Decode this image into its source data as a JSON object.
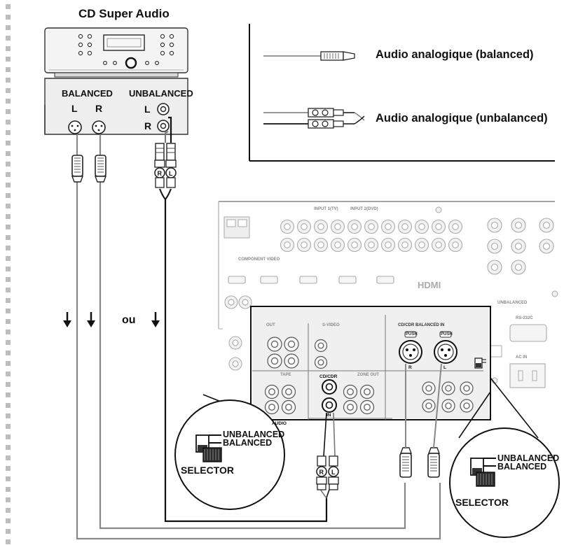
{
  "device": {
    "title": "CD Super Audio",
    "balanced": "BALANCED",
    "unbalanced": "UNBALANCED",
    "l": "L",
    "r": "R"
  },
  "legend": {
    "balanced": "Audio analogique (balanced)",
    "unbalanced": "Audio analogique (unbalanced)"
  },
  "ou": "ou",
  "switch": {
    "unbalanced": "UNBALANCED",
    "balanced": "BALANCED",
    "selector": "SELECTOR"
  },
  "receiver": {
    "cd_cdr": "CD/CDR",
    "in": "IN",
    "audio": "AUDIO",
    "xlr_r": "R",
    "xlr_l": "L",
    "push": "PUSH",
    "cdcdr_balanced_in": "CD/CDR BALANCED IN",
    "s_video": "S-VIDEO",
    "out": "OUT",
    "tape": "TAPE",
    "zone_out": "ZONE OUT",
    "rs232c": "RS-232C",
    "ac_in": "AC IN",
    "input1": "INPUT 1(TV)",
    "input2": "INPUT 2(DVD)",
    "component_video": "COMPONENT VIDEO",
    "unbalanced_panel": "UNBALANCED"
  }
}
